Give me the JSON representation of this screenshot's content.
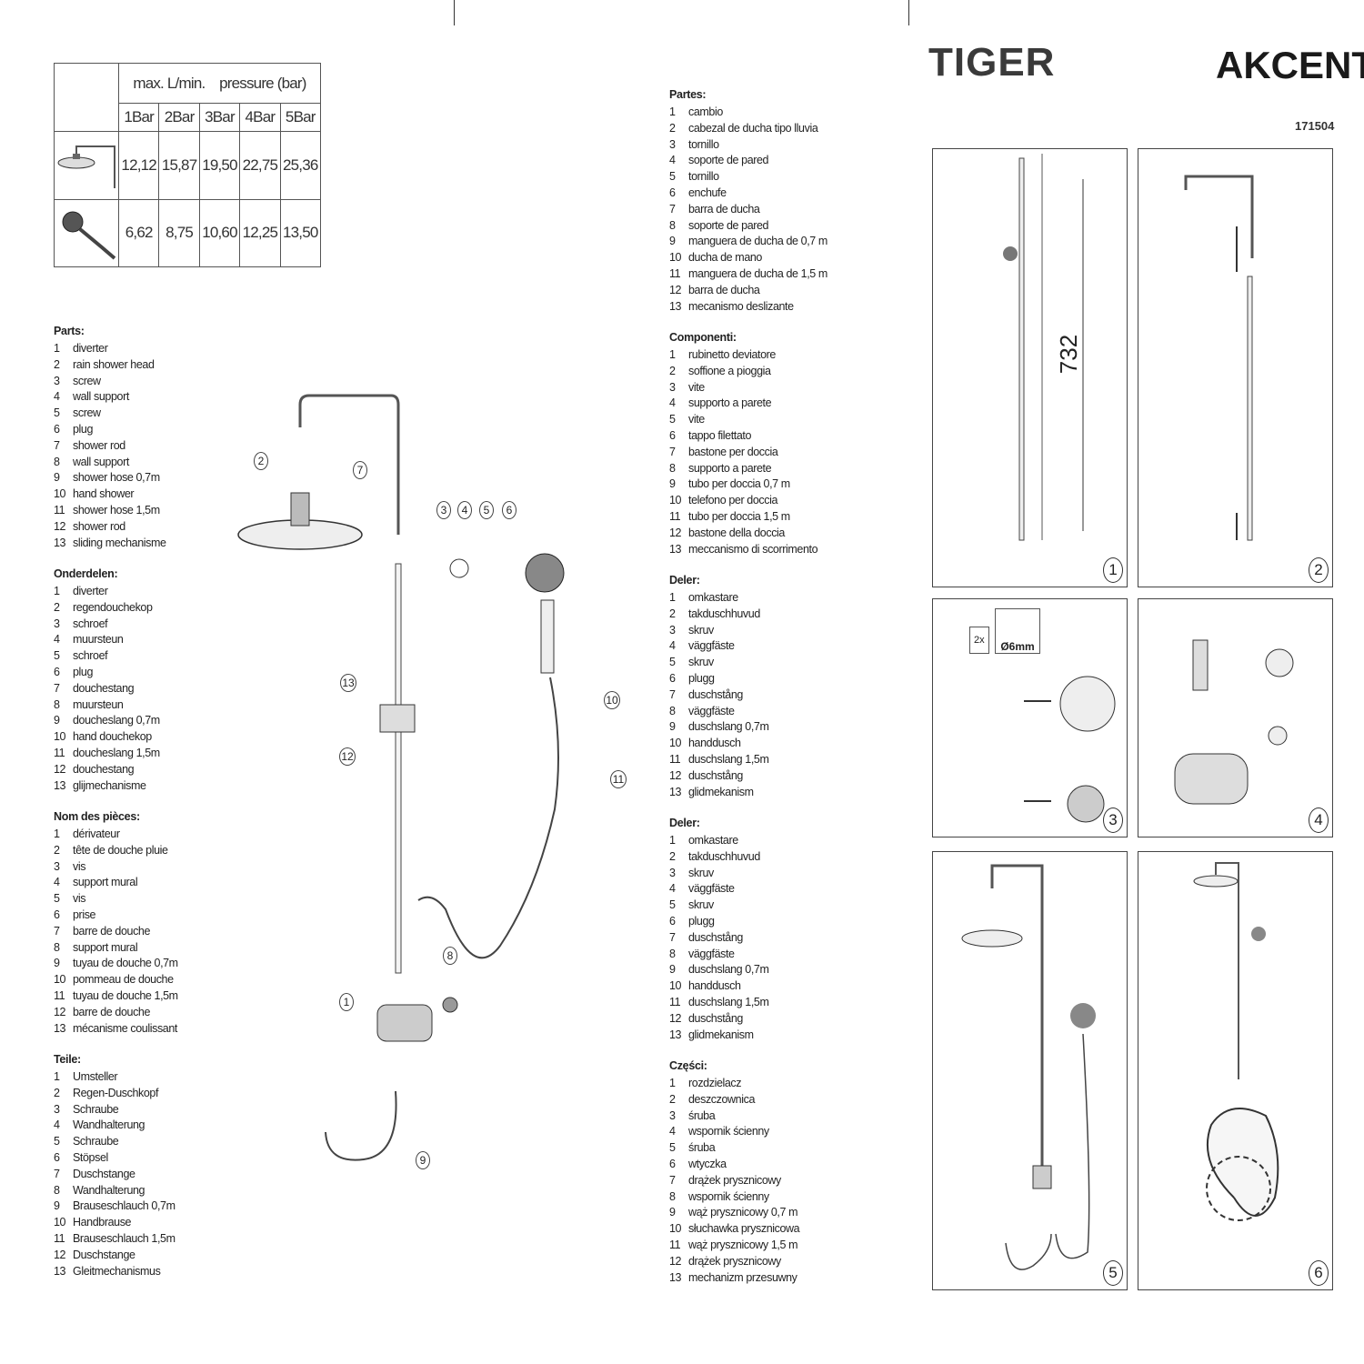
{
  "brand": "TIGER",
  "product": "AKCENT",
  "article_number": "171504",
  "flow_table": {
    "header": "max. L/min.    pressure (bar)",
    "columns": [
      "1Bar",
      "2Bar",
      "3Bar",
      "4Bar",
      "5Bar"
    ],
    "rows": [
      {
        "icon": "rain-shower-icon",
        "values": [
          "12,12",
          "15,87",
          "19,50",
          "22,75",
          "25,36"
        ]
      },
      {
        "icon": "hand-shower-icon",
        "values": [
          "6,62",
          "8,75",
          "10,60",
          "12,25",
          "13,50"
        ]
      }
    ]
  },
  "sections_left": [
    {
      "title": "Parts:",
      "items": [
        "diverter",
        "rain shower head",
        "screw",
        "wall support",
        "screw",
        "plug",
        "shower rod",
        "wall support",
        "shower hose 0,7m",
        "hand shower",
        "shower hose 1,5m",
        "shower rod",
        "sliding mechanisme"
      ]
    },
    {
      "title": "Onderdelen:",
      "items": [
        "diverter",
        "regendouchekop",
        "schroef",
        "muursteun",
        "schroef",
        "plug",
        "douchestang",
        "muursteun",
        "doucheslang 0,7m",
        "hand douchekop",
        "doucheslang 1,5m",
        "douchestang",
        "glijmechanisme"
      ]
    },
    {
      "title": "Nom des pièces:",
      "items": [
        "dérivateur",
        "tête de douche pluie",
        "vis",
        "support mural",
        "vis",
        "prise",
        "barre de douche",
        "support mural",
        "tuyau de douche 0,7m",
        "pommeau de douche",
        "tuyau de douche 1,5m",
        "barre de douche",
        "mécanisme coulissant"
      ]
    },
    {
      "title": "Teile:",
      "items": [
        "Umsteller",
        "Regen-Duschkopf",
        "Schraube",
        "Wandhalterung",
        "Schraube",
        "Stöpsel",
        "Duschstange",
        "Wandhalterung",
        "Brauseschlauch 0,7m",
        "Handbrause",
        "Brauseschlauch 1,5m",
        "Duschstange",
        "Gleitmechanismus"
      ]
    }
  ],
  "sections_middle": [
    {
      "title": "Partes:",
      "items": [
        "cambio",
        "cabezal de ducha tipo lluvia",
        "tornillo",
        "soporte de pared",
        "tornillo",
        "enchufe",
        "barra de ducha",
        "soporte de pared",
        "manguera de ducha de 0,7 m",
        "ducha de mano",
        "manguera de ducha de 1,5 m",
        "barra de ducha",
        "mecanismo deslizante"
      ]
    },
    {
      "title": "Componenti:",
      "items": [
        "rubinetto deviatore",
        "soffione a pioggia",
        "vite",
        "supporto a parete",
        "vite",
        "tappo filettato",
        "bastone per doccia",
        "supporto a parete",
        "tubo per doccia 0,7 m",
        "telefono per doccia",
        "tubo per doccia 1,5 m",
        "bastone della doccia",
        "meccanismo di scorrimento"
      ]
    },
    {
      "title": "Deler:",
      "items": [
        "omkastare",
        "takduschhuvud",
        "skruv",
        "väggfäste",
        "skruv",
        "plugg",
        "duschstång",
        "väggfäste",
        "duschslang 0,7m",
        "handdusch",
        "duschslang 1,5m",
        "duschstång",
        "glidmekanism"
      ]
    },
    {
      "title": "Deler:",
      "items": [
        "omkastare",
        "takduschhuvud",
        "skruv",
        "väggfäste",
        "skruv",
        "plugg",
        "duschstång",
        "väggfäste",
        "duschslang 0,7m",
        "handdusch",
        "duschslang 1,5m",
        "duschstång",
        "glidmekanism"
      ]
    },
    {
      "title": "Części:",
      "items": [
        "rozdzielacz",
        "deszczownica",
        "śruba",
        "wspornik ścienny",
        "śruba",
        "wtyczka",
        "drążek prysznicowy",
        "wspornik ścienny",
        "wąż prysznicowy 0,7 m",
        "słuchawka prysznicowa",
        "wąż prysznicowy 1,5 m",
        "drążek prysznicowy",
        "mechanizm przesuwny"
      ]
    }
  ],
  "exploded_callouts": [
    "1",
    "2",
    "3",
    "4",
    "5",
    "6",
    "7",
    "8",
    "9",
    "10",
    "11",
    "12",
    "13"
  ],
  "steps": {
    "labels": [
      "1",
      "2",
      "3",
      "4",
      "5",
      "6"
    ],
    "dimension": "732",
    "screw_count": "2x",
    "drill_size": "Ø6mm"
  }
}
